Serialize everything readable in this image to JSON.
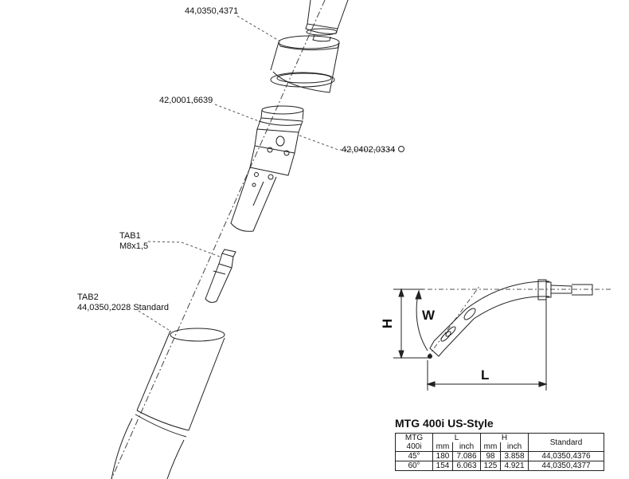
{
  "labels": {
    "p1": "44,0350,4371",
    "p2": "42,0001,6639",
    "p3": "42,0402,0334",
    "tab1_title": "TAB1",
    "tab1_sub": "M8x1,5",
    "tab2_title": "TAB2",
    "tab2_sub": "44,0350,2028  Standard"
  },
  "dimensions": {
    "h": "H",
    "w": "W",
    "l": "L"
  },
  "table": {
    "title": "MTG 400i US-Style",
    "head_model_1": "MTG",
    "head_model_2": "400i",
    "head_l": "L",
    "head_h": "H",
    "head_standard": "Standard",
    "unit_mm": "mm",
    "unit_inch": "inch",
    "rows": [
      {
        "angle": "45°",
        "l_mm": "180",
        "l_inch": "7.086",
        "h_mm": "98",
        "h_inch": "3.858",
        "standard": "44,0350,4376"
      },
      {
        "angle": "60°",
        "l_mm": "154",
        "l_inch": "6.063",
        "h_mm": "125",
        "h_inch": "4.921",
        "standard": "44,0350,4377"
      }
    ]
  }
}
